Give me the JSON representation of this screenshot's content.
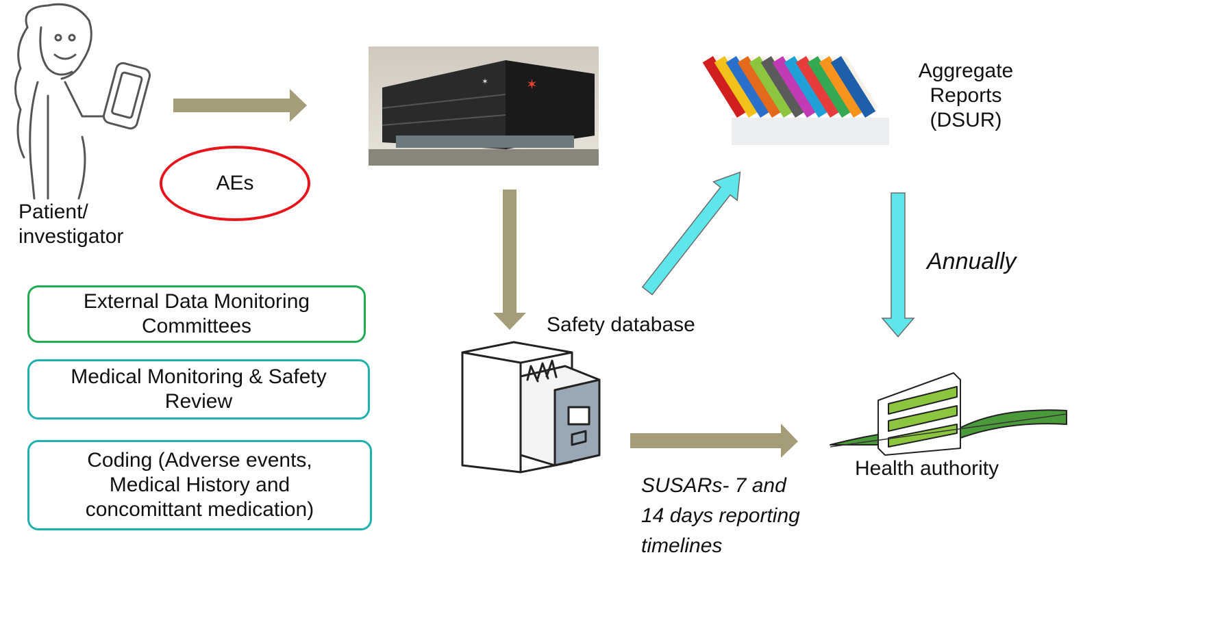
{
  "labels": {
    "patient": "Patient/\ninvestigator",
    "aes": "AEs",
    "aggregate_reports": "Aggregate\nReports\n(DSUR)",
    "annually": "Annually",
    "safety_database": "Safety database",
    "health_authority": "Health authority",
    "susars": "SUSARs- 7 and\n14 days reporting\ntimelines"
  },
  "boxes": [
    {
      "label": "External Data Monitoring\nCommittees",
      "color": "#22aa55"
    },
    {
      "label": "Medical Monitoring & Safety\nReview",
      "color": "#20b0b0"
    },
    {
      "label": "Coding (Adverse events,\nMedical History and\nconcomittant medication)",
      "color": "#20b0b0"
    }
  ],
  "colors": {
    "arrow_olive": "#a49d77",
    "arrow_cyan": "#5ee6ea",
    "ellipse_red": "#e8141c",
    "book_colors": [
      "#d11e1e",
      "#f2c21a",
      "#2a6fcc",
      "#e26a1a",
      "#8cc63f",
      "#5b5b5b",
      "#c23ab5",
      "#1fa0d6",
      "#e73c3c",
      "#34a853",
      "#f7941d",
      "#1f5ea8"
    ]
  },
  "icons": {
    "patient": "person-holding-tablet-icon",
    "building": "office-building-photo",
    "books": "stack-of-books-icon",
    "cabinet": "filing-cabinet-icon",
    "health_authority": "health-authority-building-icon"
  }
}
